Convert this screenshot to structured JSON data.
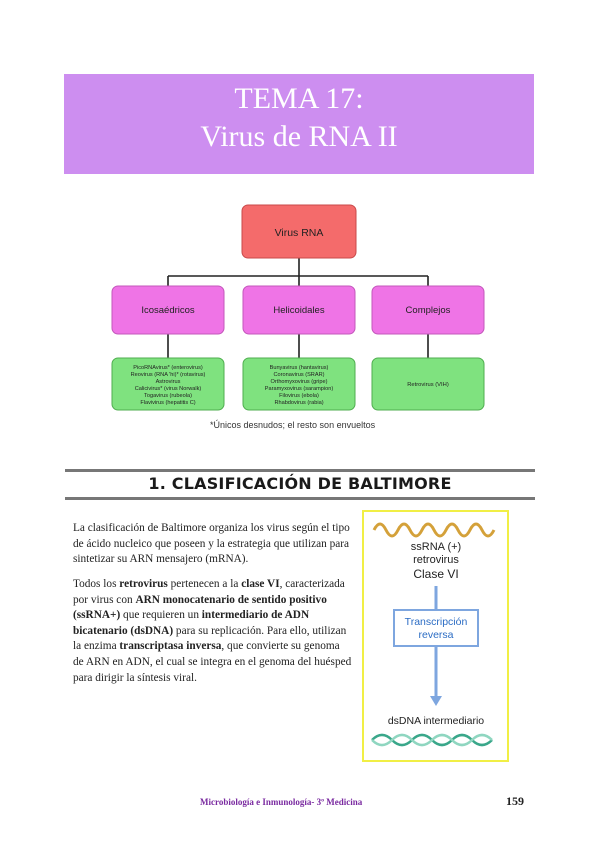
{
  "header": {
    "line1": "TEMA 17:",
    "line2": "Virus de RNA II"
  },
  "diagram": {
    "root": "Virus RNA",
    "categories": [
      "Icosaédricos",
      "Helicoidales",
      "Complejos"
    ],
    "leaves": [
      [
        "PicoRNAvirus* (enterovirus)",
        "Reovirus (RNA 'hi)* (rotavirus)",
        "Astrovirus",
        "Calicivirus* (virus Norwalk)",
        "Togavirus (rubeola)",
        "Flavivirus (hepatitis C)"
      ],
      [
        "Bunyavirus (hantavirus)",
        "Coronavirus (SRAR)",
        "Orthomyxovirus (gripe)",
        "Paramyxovirus (sarampion)",
        "Filovirus (ebola)",
        "Rhabdovirus (rabia)"
      ],
      [
        "Retrovirus (VIH)"
      ]
    ],
    "footnote": "*Únicos desnudos; el resto son envueltos",
    "colors": {
      "root": "#f46b6b",
      "category": "#ef74e6",
      "leaf": "#7fe27f",
      "line": "#222222"
    }
  },
  "section": {
    "title": "1. CLASIFICACIÓN DE BALTIMORE"
  },
  "paragraph1": "La clasificación de Baltimore organiza los virus según el tipo de ácido nucleico que poseen y la estrategia que utilizan para sintetizar su ARN mensajero (mRNA).",
  "paragraph2": {
    "t1": "Todos los ",
    "b1": "retrovirus",
    "t2": " pertenecen a la ",
    "b2": "clase VI",
    "t3": ", caracterizada por virus con ",
    "b3": "ARN monocatenario de sentido positivo (ssRNA+)",
    "t4": " que requieren un ",
    "b4": "intermediario de ADN bicatenario (dsDNA)",
    "t5": " para su replicación. Para ello, utilizan la enzima ",
    "b5": "transcriptasa inversa",
    "t6": ", que convierte su genoma de ARN en ADN, el cual se integra en el genoma del huésped para dirigir la síntesis viral."
  },
  "figure": {
    "line1": "ssRNA (+)",
    "line2": "retrovirus",
    "line3": "Clase VI",
    "enzyme1": "Transcripción",
    "enzyme2": "reversa",
    "bottom": "dsDNA intermediario",
    "colors": {
      "border": "#f1ef45",
      "rna": "#d4a13a",
      "dna1": "#3aa78a",
      "dna2": "#8fd6c0",
      "arrow": "#7ea6df",
      "enzyme": "#2b6cc4"
    }
  },
  "footer": {
    "text": "Microbiología e Inmunología- 3º Medicina",
    "page": "159"
  }
}
